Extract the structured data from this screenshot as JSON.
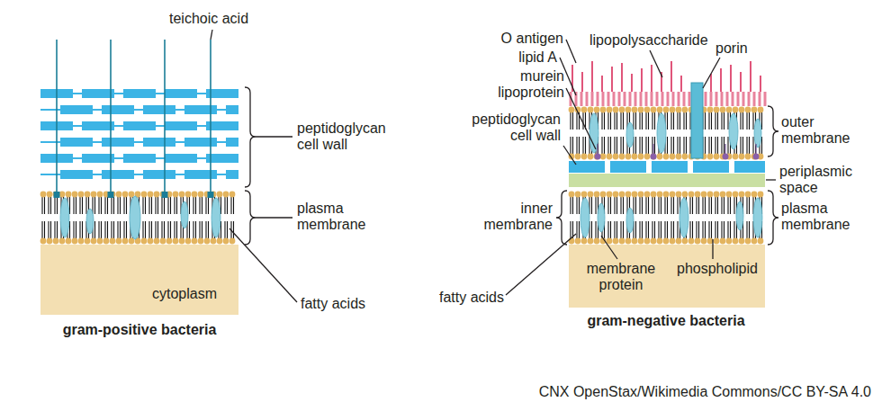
{
  "diagram": {
    "nodes": [
      {
        "text": [
          "cytoplasm"
        ]
      }
    ],
    "labels": [
      "teichoic acid",
      "peptidoglycan cell wall",
      "plasma membrane",
      "fatty acids",
      "gram-positive bacteria",
      "O antigen",
      "lipopolysaccharide",
      "porin",
      "lipid A",
      "murein lipoprotein",
      "outer membrane",
      "peptidoglycan cell wall",
      "periplasmic space",
      "plasma membrane",
      "inner membrane",
      "membrane protein",
      "phospholipid",
      "fatty acids",
      "gram-negative bacteria",
      "CNX OpenStax/Wikimedia Commons/CC BY-SA 4.0"
    ]
  }
}
